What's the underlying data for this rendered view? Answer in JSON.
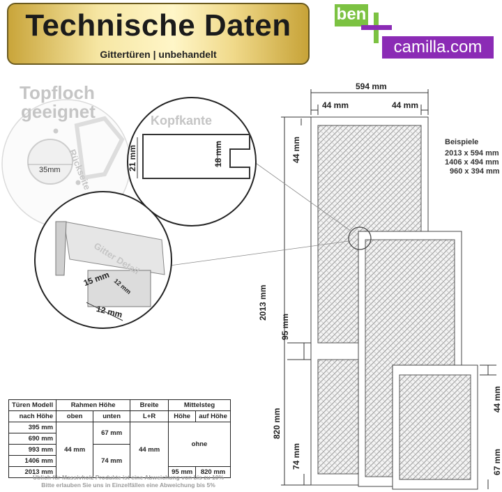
{
  "header": {
    "title": "Technische Daten",
    "subtitle": "Gittertüren | unbehandelt"
  },
  "logo": {
    "part1": "ben",
    "part2": "camilla.com",
    "accent_green": "#7cc242",
    "accent_purple": "#8b2bb5"
  },
  "details": {
    "topfloch_line1": "Topfloch",
    "topfloch_line2": "geeignet",
    "hole_diameter": "35mm",
    "back_label": "Rückseite",
    "kopfkante_label": "Kopfkante",
    "kopf_dim_height": "21 mm",
    "kopf_dim_groove": "18 mm",
    "gitter_label": "Gitter Detail",
    "gitter_dim_a": "15 mm",
    "gitter_dim_b": "12 mm",
    "gitter_dim_c": "12 mm"
  },
  "dimensions": {
    "width_total": "594 mm",
    "frame_left": "44 mm",
    "frame_right": "44 mm",
    "height_total": "2013 mm",
    "top_rail": "44 mm",
    "mid_rail": "95 mm",
    "lower_height": "820 mm",
    "bottom_rail": "74 mm",
    "small_top_rail": "44 mm",
    "small_bottom_rail": "67 mm"
  },
  "examples": {
    "title": "Beispiele",
    "items": [
      "2013 x 594 mm",
      "1406 x 494 mm",
      "960 x 394 mm"
    ]
  },
  "table": {
    "h_model": "Türen Modell",
    "h_model_sub": "nach Höhe",
    "h_rahmen": "Rahmen Höhe",
    "h_oben": "oben",
    "h_unten": "unten",
    "h_breite": "Breite",
    "h_breite_sub": "L+R",
    "h_mittelsteg": "Mittelsteg",
    "h_hoehe": "Höhe",
    "h_aufhoehe": "auf Höhe",
    "models": [
      "395 mm",
      "690 mm",
      "993 mm",
      "1406 mm",
      "2013 mm"
    ],
    "oben": "44 mm",
    "unten_a": "67 mm",
    "unten_b": "74 mm",
    "breite": "44 mm",
    "ohne": "ohne",
    "steg_hoehe": "95 mm",
    "steg_auf": "820 mm"
  },
  "note": {
    "line1": "Üblich für Massivholz Produkte ist eine Abweichung von bis zu 10%",
    "line2": "Bitte erlauben Sie uns in Einzelfällen eine Abweichung bis 5%"
  }
}
